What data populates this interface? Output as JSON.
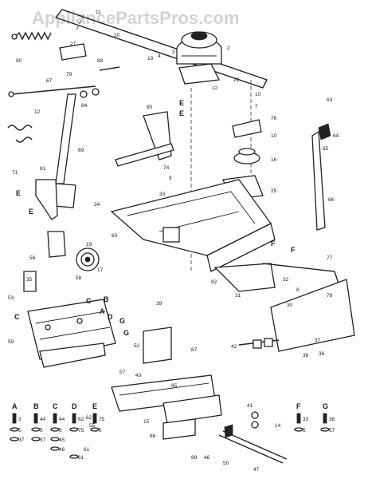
{
  "watermark": "AppliancePartsPros.com",
  "callouts": [
    {
      "id": "c11",
      "text": "11"
    },
    {
      "id": "c20",
      "text": "20"
    },
    {
      "id": "c27",
      "text": "27"
    },
    {
      "id": "c18",
      "text": "18"
    },
    {
      "id": "c4",
      "text": "4"
    },
    {
      "id": "c3",
      "text": "3"
    },
    {
      "id": "c2",
      "text": "2"
    },
    {
      "id": "c12a",
      "text": "12"
    },
    {
      "id": "c22",
      "text": "22"
    },
    {
      "id": "c90",
      "text": "90"
    },
    {
      "id": "c79",
      "text": "79"
    },
    {
      "id": "c88",
      "text": "88"
    },
    {
      "id": "c67",
      "text": "67"
    },
    {
      "id": "c84",
      "text": "84"
    },
    {
      "id": "c12b",
      "text": "12"
    },
    {
      "id": "c80",
      "text": "80"
    },
    {
      "id": "c10a",
      "text": "10"
    },
    {
      "id": "c7",
      "text": "7"
    },
    {
      "id": "c76",
      "text": "76"
    },
    {
      "id": "c10b",
      "text": "10"
    },
    {
      "id": "c16",
      "text": "16"
    },
    {
      "id": "c63",
      "text": "63"
    },
    {
      "id": "c64",
      "text": "64"
    },
    {
      "id": "c65",
      "text": "65"
    },
    {
      "id": "c25",
      "text": "25"
    },
    {
      "id": "c66",
      "text": "66"
    },
    {
      "id": "c69",
      "text": "69"
    },
    {
      "id": "c71",
      "text": "71"
    },
    {
      "id": "c81",
      "text": "81"
    },
    {
      "id": "c74",
      "text": "74"
    },
    {
      "id": "c9",
      "text": "9"
    },
    {
      "id": "c33",
      "text": "33"
    },
    {
      "id": "c34",
      "text": "34"
    },
    {
      "id": "c60",
      "text": "60"
    },
    {
      "id": "c56",
      "text": "56"
    },
    {
      "id": "c19",
      "text": "19"
    },
    {
      "id": "c17",
      "text": "17"
    },
    {
      "id": "c58",
      "text": "58"
    },
    {
      "id": "c35",
      "text": "35"
    },
    {
      "id": "c82",
      "text": "82"
    },
    {
      "id": "c31",
      "text": "31"
    },
    {
      "id": "c32",
      "text": "32"
    },
    {
      "id": "c8",
      "text": "8"
    },
    {
      "id": "c77",
      "text": "77"
    },
    {
      "id": "c78",
      "text": "78"
    },
    {
      "id": "c30",
      "text": "30"
    },
    {
      "id": "c39",
      "text": "39"
    },
    {
      "id": "c53",
      "text": "53"
    },
    {
      "id": "c59",
      "text": "59"
    },
    {
      "id": "c42",
      "text": "42"
    },
    {
      "id": "c37",
      "text": "37"
    },
    {
      "id": "c38",
      "text": "38"
    },
    {
      "id": "c36",
      "text": "36"
    },
    {
      "id": "c52",
      "text": "52"
    },
    {
      "id": "c87",
      "text": "87"
    },
    {
      "id": "c43",
      "text": "43"
    },
    {
      "id": "c85",
      "text": "85"
    },
    {
      "id": "c15",
      "text": "15"
    },
    {
      "id": "c86",
      "text": "86"
    },
    {
      "id": "c89",
      "text": "89"
    },
    {
      "id": "c46",
      "text": "46"
    },
    {
      "id": "c47",
      "text": "47"
    },
    {
      "id": "c50",
      "text": "50"
    },
    {
      "id": "c41",
      "text": "41"
    },
    {
      "id": "c14",
      "text": "14"
    },
    {
      "id": "c57",
      "text": "57"
    },
    {
      "id": "c61",
      "text": "61"
    },
    {
      "id": "c62",
      "text": "62"
    },
    {
      "id": "c55",
      "text": "55"
    }
  ],
  "connection_letters": [
    {
      "id": "E1",
      "text": "E"
    },
    {
      "id": "E2",
      "text": "E"
    },
    {
      "id": "E3",
      "text": "E"
    },
    {
      "id": "E4",
      "text": "E"
    },
    {
      "id": "F1",
      "text": "F"
    },
    {
      "id": "F2",
      "text": "F"
    },
    {
      "id": "C1",
      "text": "C"
    },
    {
      "id": "B1",
      "text": "B"
    },
    {
      "id": "A1",
      "text": "A"
    },
    {
      "id": "D1",
      "text": "D"
    },
    {
      "id": "G1",
      "text": "G"
    },
    {
      "id": "G2",
      "text": "G"
    },
    {
      "id": "C2",
      "text": "C"
    }
  ],
  "legend": [
    {
      "letter": "A",
      "items": [
        "3",
        "5",
        "37"
      ]
    },
    {
      "letter": "B",
      "items": [
        "44",
        "5",
        "37"
      ]
    },
    {
      "letter": "C",
      "items": [
        "44",
        "5",
        "45",
        "46"
      ]
    },
    {
      "letter": "D",
      "items": [
        "62",
        "75",
        "61"
      ]
    },
    {
      "letter": "E",
      "items": [
        "75",
        "5"
      ]
    },
    {
      "letter": "F",
      "items": [
        "33",
        "5"
      ]
    },
    {
      "letter": "G",
      "items": [
        "38",
        "57"
      ]
    }
  ]
}
